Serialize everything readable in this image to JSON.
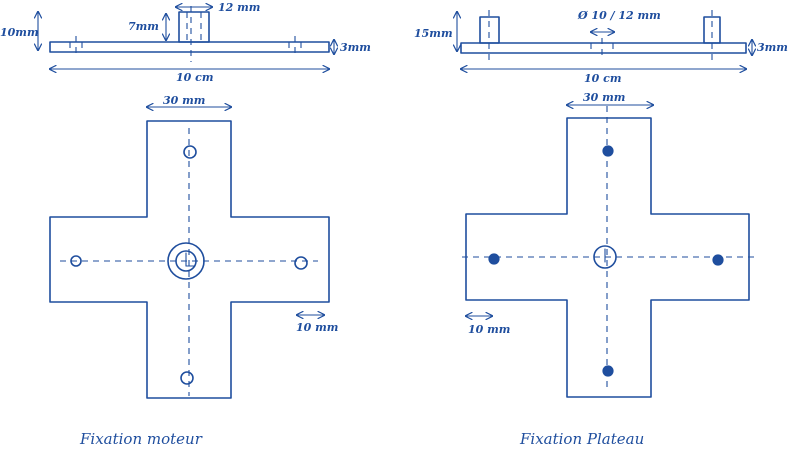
{
  "left_drawing": {
    "side_view": {
      "height_label": "10mm",
      "post_height_label": "7mm",
      "post_width_label": "12 mm",
      "thickness_label": "3mm",
      "length_label": "10 cm"
    },
    "top_view": {
      "arm_width_label": "30 mm",
      "edge_offset_label": "10 mm"
    },
    "caption": "Fixation moteur"
  },
  "right_drawing": {
    "side_view": {
      "height_label": "15mm",
      "hole_label": "Ø 10 / 12 mm",
      "thickness_label": "3mm",
      "length_label": "10 cm"
    },
    "top_view": {
      "arm_width_label": "30 mm",
      "edge_offset_label": "10 mm"
    },
    "caption": "Fixation Plateau"
  },
  "colors": {
    "ink": "#1f4e9e",
    "paper": "#ffffff"
  }
}
